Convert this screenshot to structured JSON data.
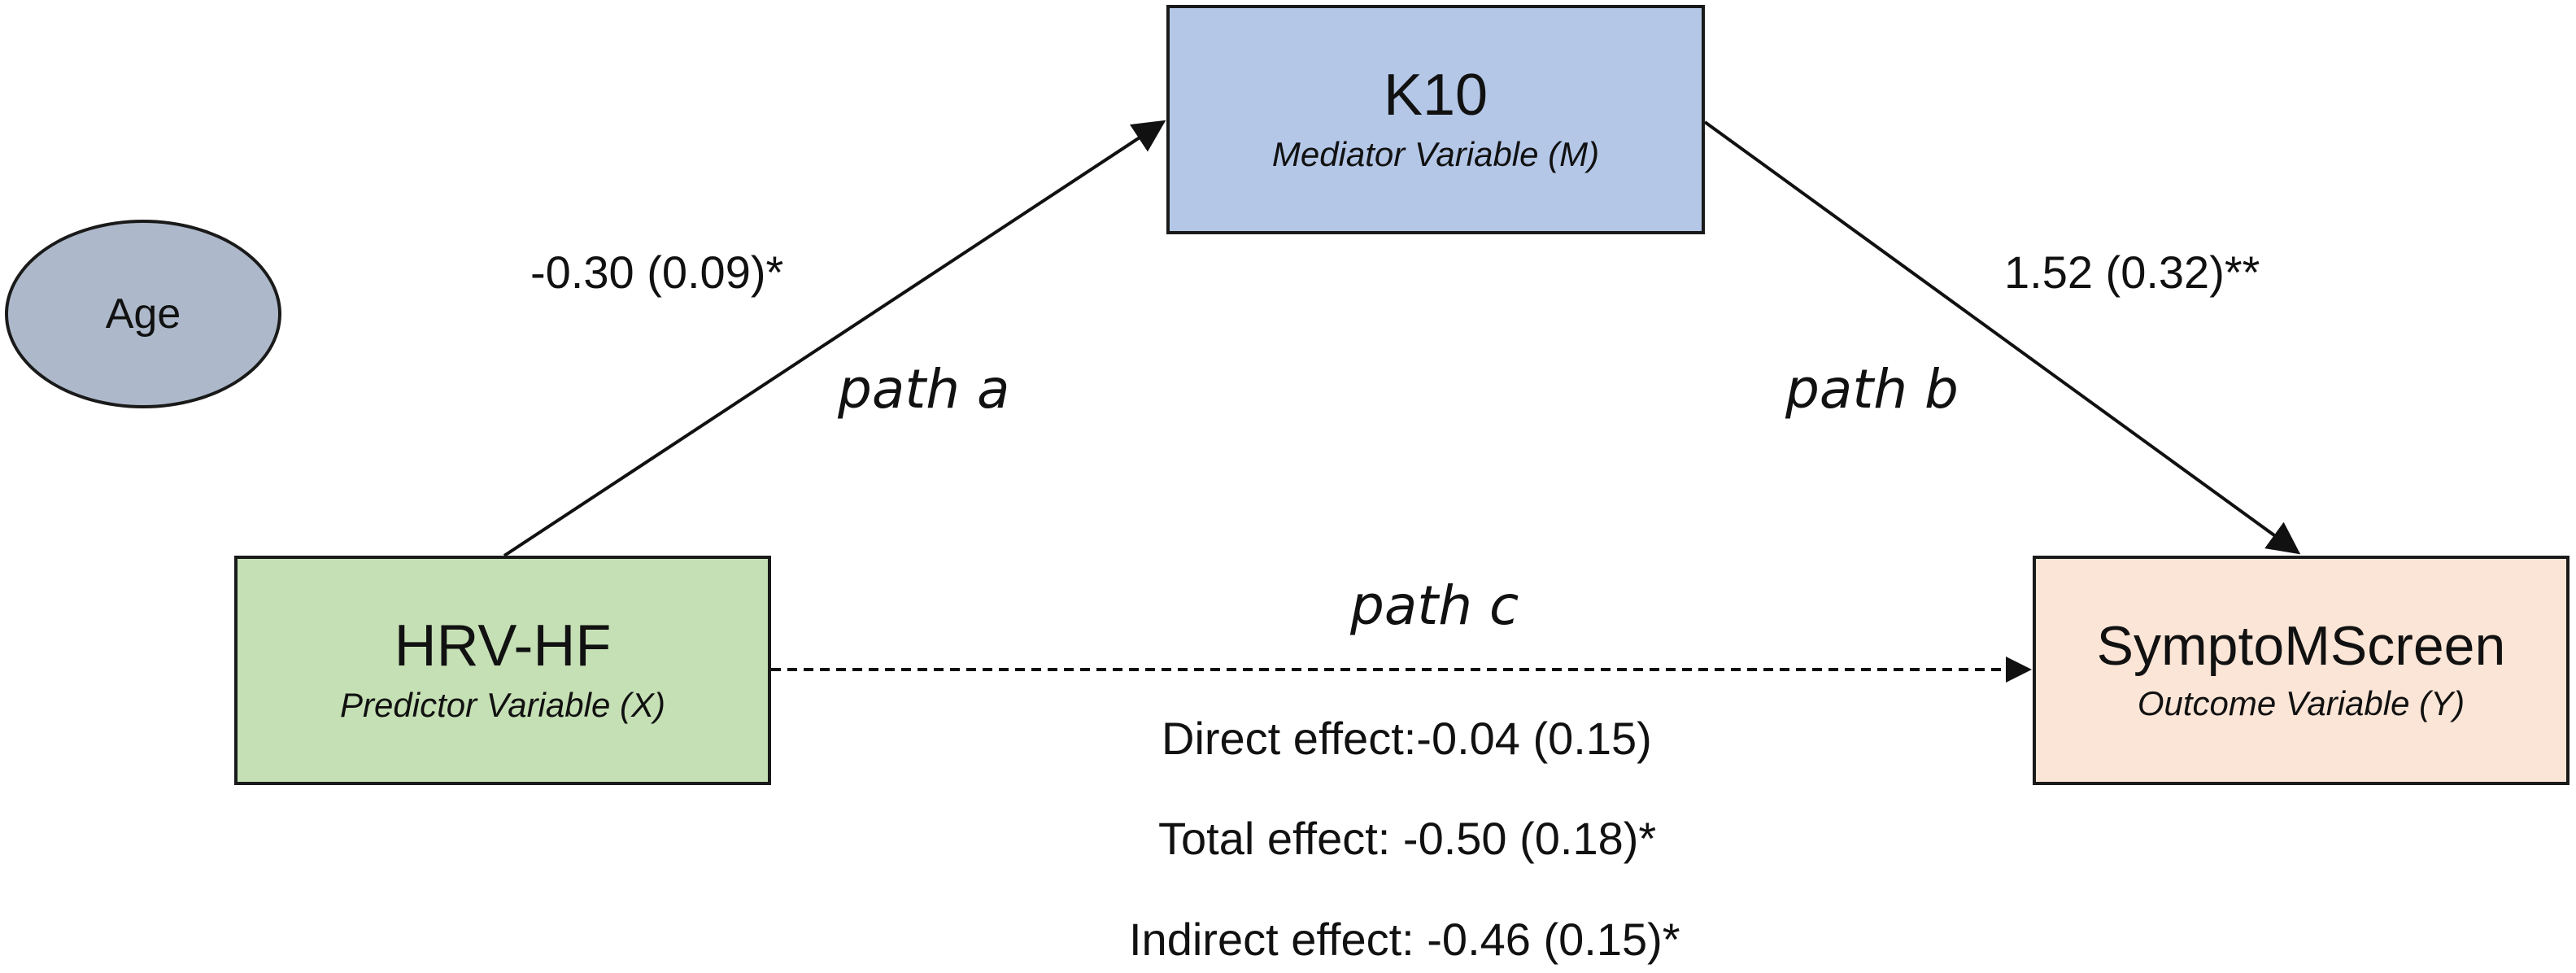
{
  "nodes": {
    "mediator": {
      "title": "K10",
      "subtitle": "Mediator Variable (M)",
      "fill": "#b4c7e7"
    },
    "predictor": {
      "title": "HRV-HF",
      "subtitle": "Predictor Variable (X)",
      "fill": "#c5e0b4"
    },
    "outcome": {
      "title": "SymptoMScreen",
      "subtitle": "Outcome Variable (Y)",
      "fill": "#fbe5d6"
    },
    "covariate": {
      "title": "Age",
      "fill": "#adb9ca"
    }
  },
  "paths": {
    "a": {
      "label": "path a",
      "coefficient": "-0.30 (0.09)*"
    },
    "b": {
      "label": "path b",
      "coefficient": "1.52 (0.32)**"
    },
    "c": {
      "label": "path c"
    }
  },
  "effects": {
    "direct": "Direct effect:-0.04 (0.15)",
    "total": "Total effect: -0.50 (0.18)*",
    "indirect": "Indirect effect: -0.46 (0.15)*"
  }
}
